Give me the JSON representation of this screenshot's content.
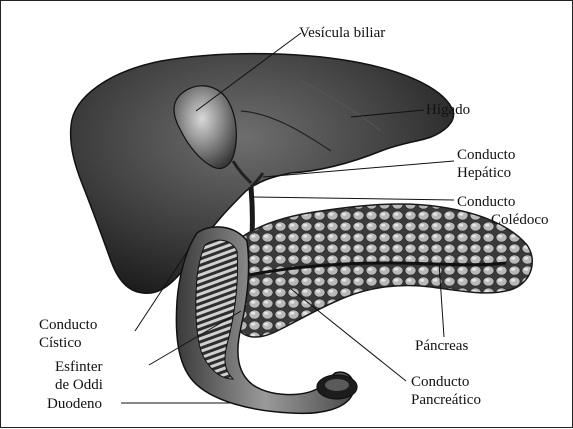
{
  "figure": {
    "labels": {
      "vesicula": "Vesícula biliar",
      "higado": "Hígado",
      "hepatico": [
        "Conducto",
        "Hepático"
      ],
      "coledoco": [
        "Conducto",
        "Colédoco"
      ],
      "cistico": [
        "Conducto",
        "Cístico"
      ],
      "pancreas": "Páncreas",
      "esfinter": [
        "Esfinter",
        "de Oddi"
      ],
      "duodeno": "Duodeno",
      "pancreatico": [
        "Conducto",
        "Pancreático"
      ]
    }
  }
}
